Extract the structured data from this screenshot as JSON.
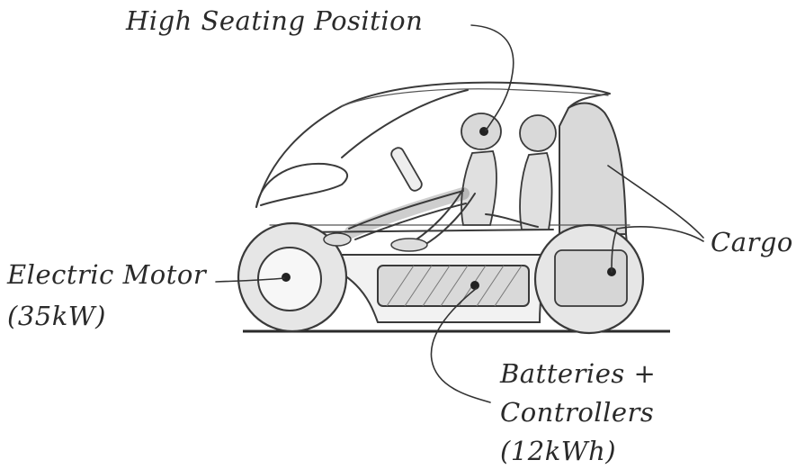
{
  "labels": {
    "seating": "High Seating Position",
    "motor_line1": "Electric Motor",
    "motor_line2": "(35kW)",
    "cargo": "Cargo",
    "batteries_line1": "Batteries +",
    "batteries_line2": "Controllers",
    "batteries_line3": "(12kWh)"
  },
  "colors": {
    "ink": "#2a2a2a",
    "body_fill": "#f2f2f2",
    "panel_fill": "#d9d9d9",
    "wheel_fill": "#e6e6e6"
  }
}
